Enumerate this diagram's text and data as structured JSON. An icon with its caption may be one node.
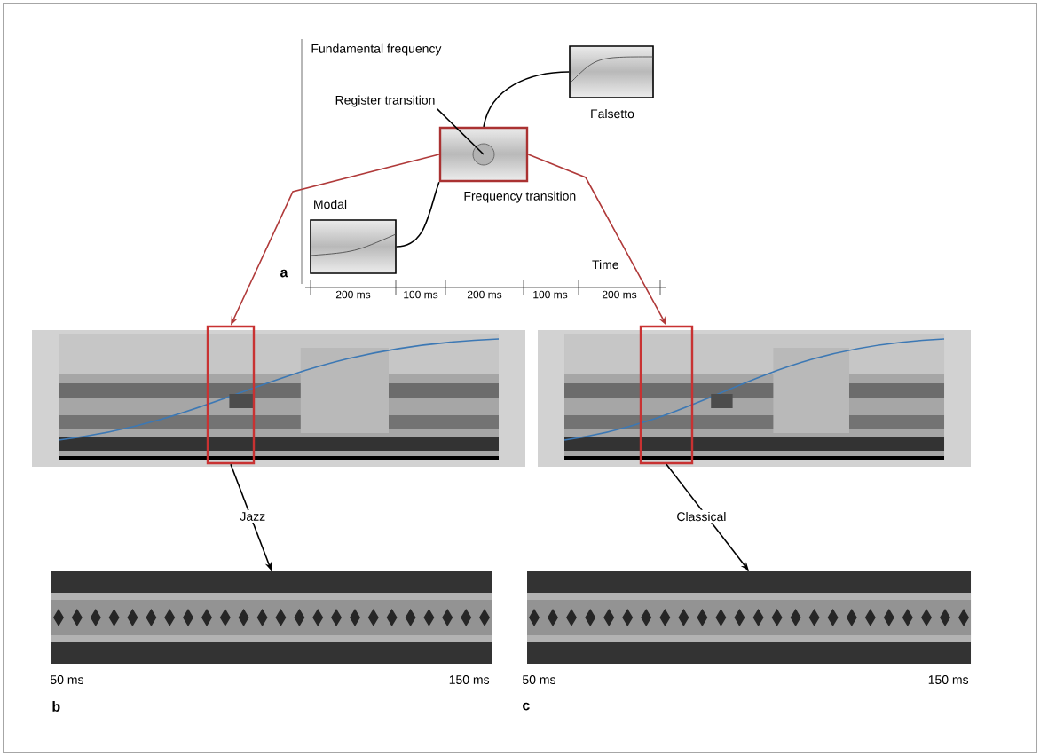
{
  "diagram": {
    "nodes": [
      {
        "text": [
          "Modal"
        ]
      },
      {
        "text": [
          "Frequency transition"
        ]
      },
      {
        "text": [
          "Register transition"
        ]
      },
      {
        "text": [],
        "shape": "circle",
        "in": 1
      },
      {
        "text": [
          "Falsetto"
        ]
      },
      {
        "text": [],
        "shape": "picture"
      },
      {
        "text": [],
        "shape": "box",
        "in": 5
      },
      {
        "text": [],
        "shape": "picture"
      },
      {
        "text": [],
        "shape": "box",
        "in": 7
      },
      {
        "text": [],
        "shape": "picture",
        "beside": [
          "50 ms",
          "150 ms"
        ]
      },
      {
        "text": [],
        "shape": "picture",
        "beside": [
          "50 ms",
          "150 ms"
        ]
      }
    ],
    "edges": [
      {
        "from": 0,
        "to": 1,
        "arrow": "none"
      },
      {
        "from": 1,
        "to": 4,
        "arrow": "none"
      },
      {
        "from": 2,
        "to": 3,
        "arrow": "none"
      },
      {
        "from": 1,
        "to": 6,
        "arrow": "to",
        "color": "#b03a3a"
      },
      {
        "from": 1,
        "to": 8,
        "arrow": "to",
        "color": "#b03a3a"
      },
      {
        "from": 6,
        "to": 9,
        "label": "Jazz",
        "arrow": "to"
      },
      {
        "from": 8,
        "to": 10,
        "label": "Classical",
        "arrow": "to"
      }
    ],
    "labels": [
      "Fundamental frequency",
      "Time",
      "a",
      "200 ms",
      "100 ms",
      "200 ms",
      "100 ms",
      "200 ms",
      "b",
      "c"
    ]
  }
}
